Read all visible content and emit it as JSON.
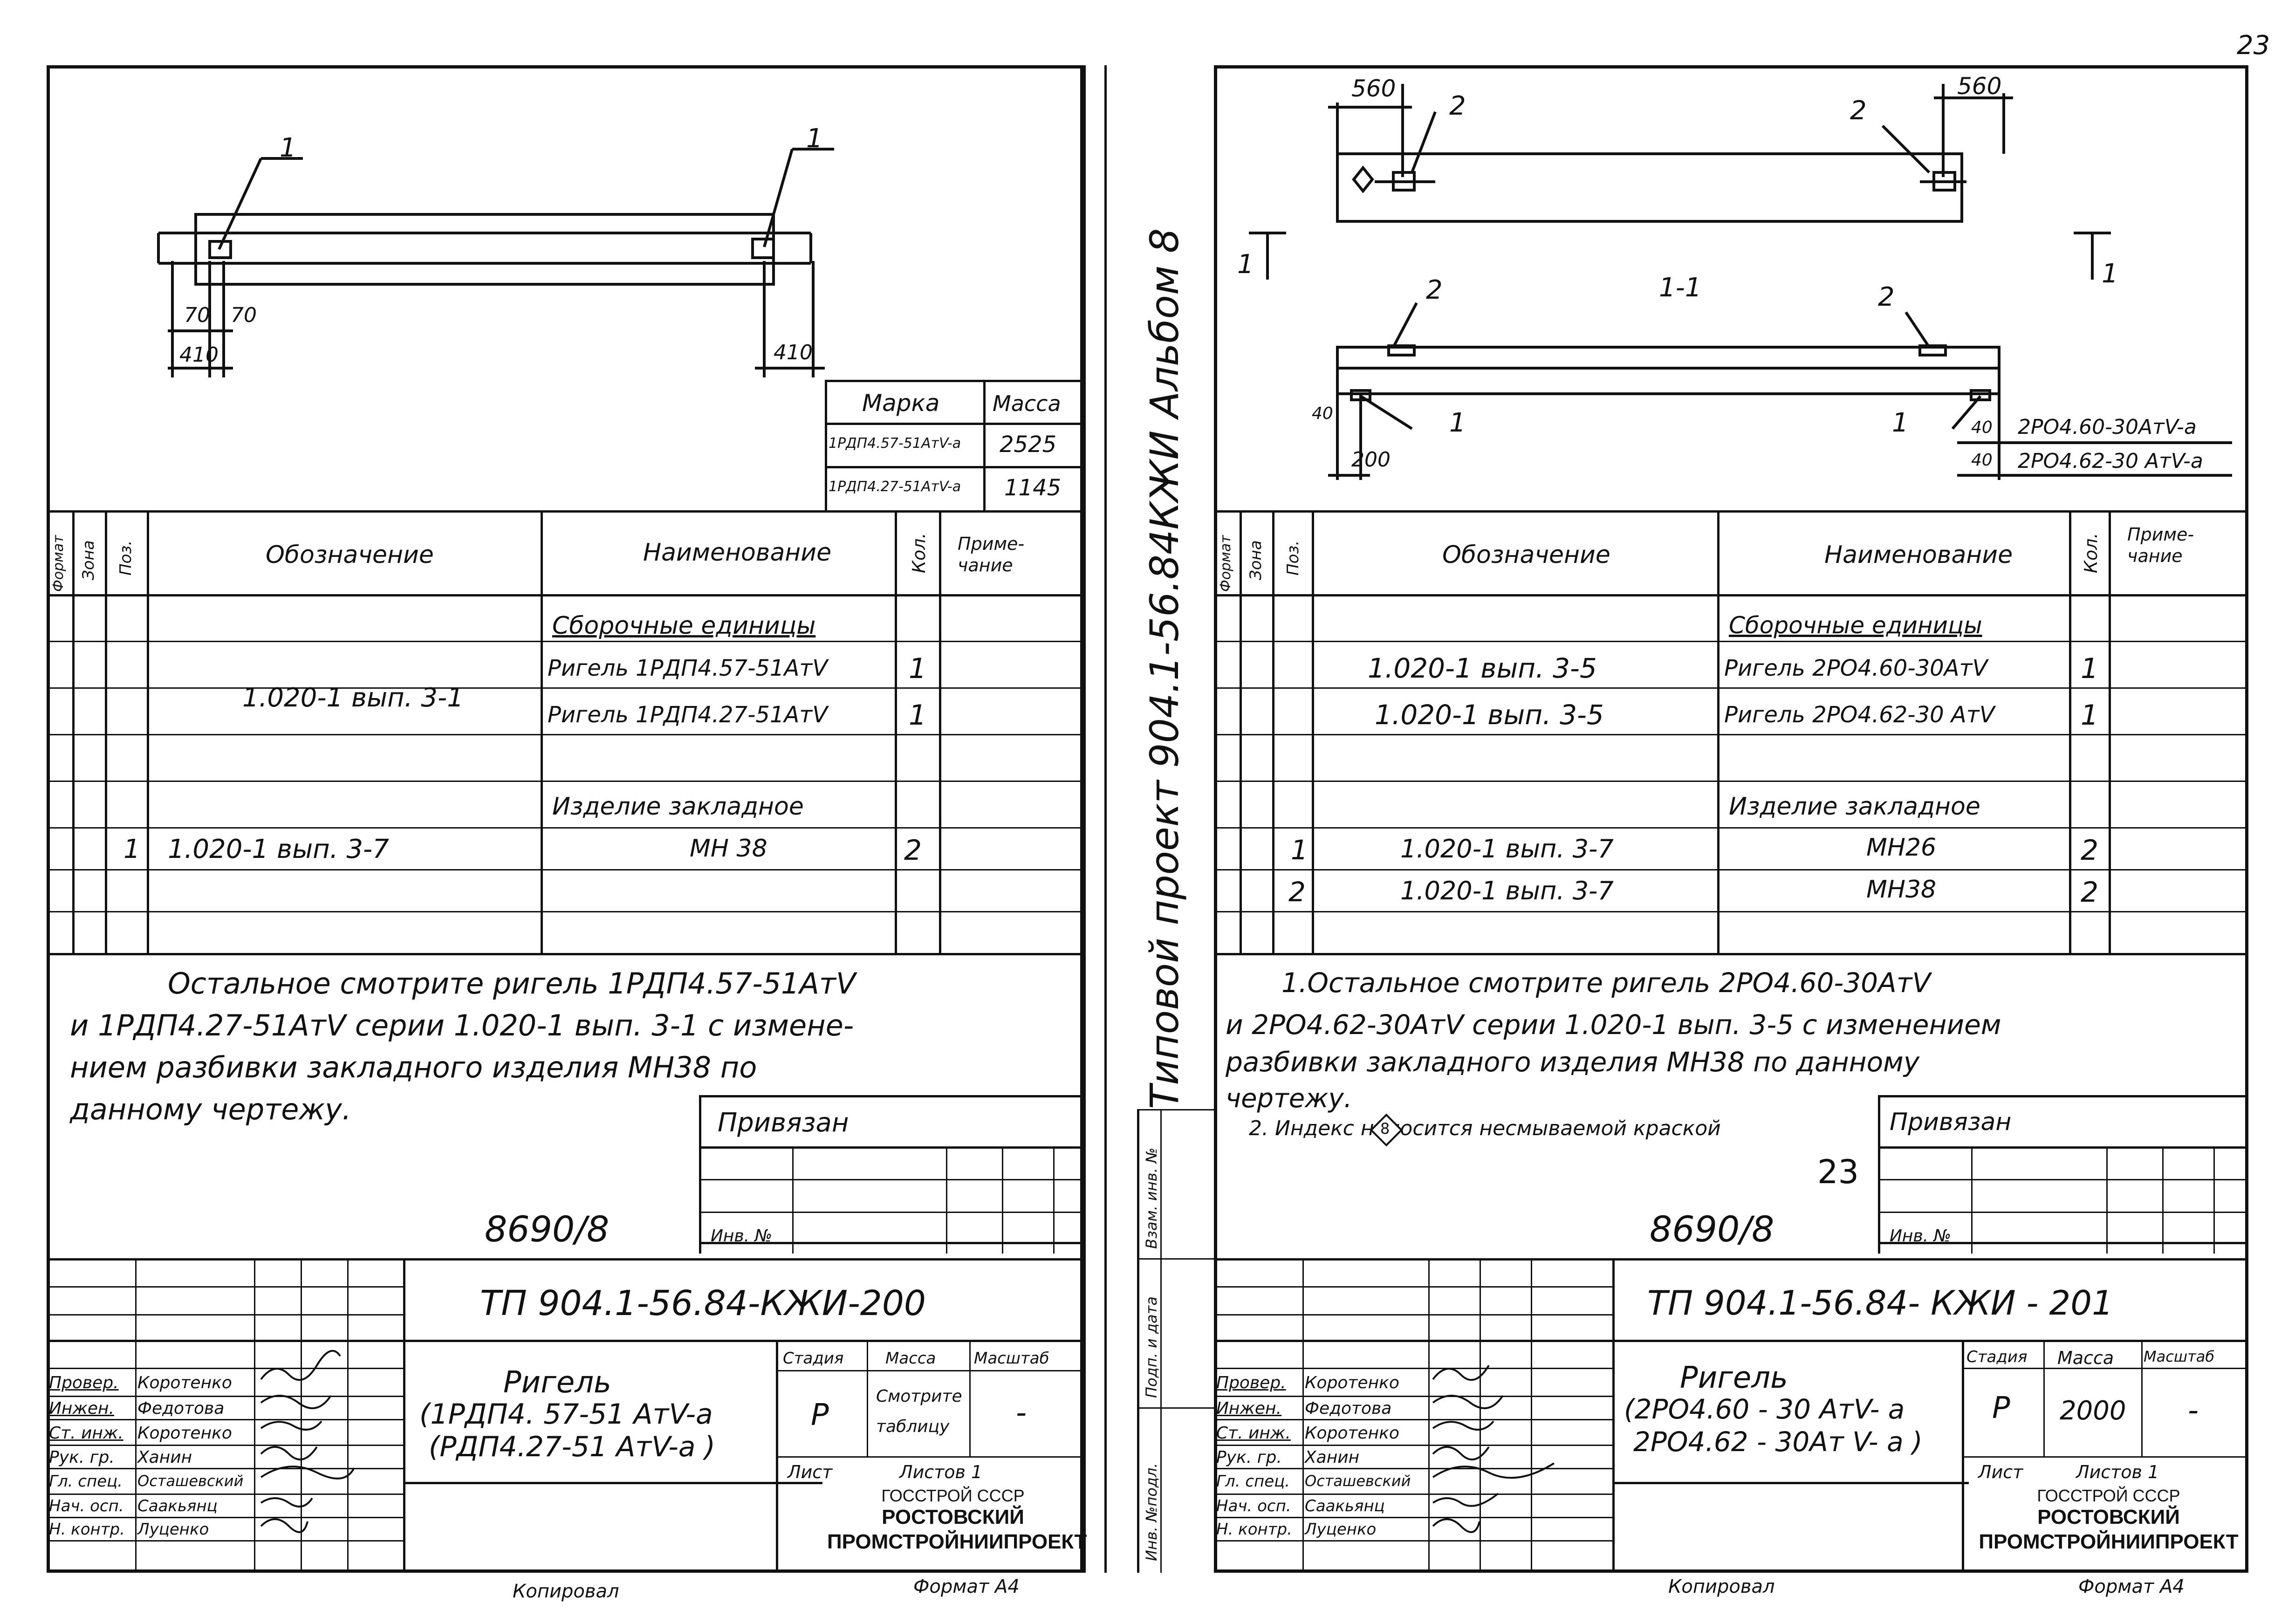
{
  "page_number": "23",
  "side_stamp": {
    "title": "Типовой  проект  904.1-56.84КЖИ  Альбом 8",
    "inv_label": "Инв. №подл.",
    "sign_label": "Подп. и дата",
    "replace_label": "Взам. инв. №"
  },
  "left": {
    "drawing": {
      "pos_label_1": "1",
      "pos_label_2": "1",
      "dim_70a": "70",
      "dim_70b": "70",
      "dim_410a": "410",
      "dim_410b": "410"
    },
    "mass_table": {
      "header_mark": "Марка",
      "header_mass": "Масса",
      "rows": [
        {
          "mark": "1РДП4.57-51АтV-а",
          "mass": "2525"
        },
        {
          "mark": "1РДП4.27-51АтV-а",
          "mass": "1145"
        }
      ]
    },
    "spec": {
      "col_format": "Формат",
      "col_zone": "Зона",
      "col_pos": "Поз.",
      "col_designation": "Обозначение",
      "col_name": "Наименование",
      "col_qty": "Кол.",
      "col_note": "Приме-чание",
      "section_assembly": "Сборочные единицы",
      "row1_designation": "1.020-1 вып. 3-1",
      "row1_name": "Ригель 1РДП4.57-51АтV",
      "row1_qty": "1",
      "row2_name": "Ригель 1РДП4.27-51АтV",
      "row2_qty": "1",
      "section_embedded": "Изделие закладное",
      "row3_pos": "1",
      "row3_designation": "1.020-1     вып. 3-7",
      "row3_name": "МН 38",
      "row3_qty": "2"
    },
    "notes": {
      "line1": "Остальное     смотрите    ригель   1РДП4.57-51АтV",
      "line2": "и 1РДП4.27-51АтV  серии  1.020-1  вып. 3-1  с измене-",
      "line3": "нием  разбивки   закладного   изделия  МН38   по",
      "line4": "данному    чертежу."
    },
    "bound_label": "Привязан",
    "inv_no_label": "Инв. №",
    "archive_no": "8690/8",
    "doc_code": "ТП 904.1-56.84-КЖИ-200",
    "title": {
      "line1": "Ригель",
      "line2": "(1РДП4. 57-51 АтV-а",
      "line3": "(РДП4.27-51 АтV-а )"
    },
    "stage_label": "Стадия",
    "mass_label": "Масса",
    "scale_label": "Масштаб",
    "stage_value": "Р",
    "mass_value": "Смотрите таблицу",
    "scale_value": "-",
    "sheet_label": "Лист",
    "sheets_label": "Листов 1",
    "org_line1": "ГОССТРОЙ СССР",
    "org_line2": "РОСТОВСКИЙ",
    "org_line3": "ПРОМСТРОЙНИИПРОЕКТ",
    "roles": [
      {
        "role": "Провер.",
        "name": "Коротенко"
      },
      {
        "role": "Инжен.",
        "name": "Федотова"
      },
      {
        "role": "Ст. инж.",
        "name": "Коротенко"
      },
      {
        "role": "Рук. гр.",
        "name": "Ханин"
      },
      {
        "role": "Гл. спец.",
        "name": "Осташевский"
      },
      {
        "role": "Нач. осп.",
        "name": "Саакьянц"
      },
      {
        "role": "Н. контр.",
        "name": "Луценко"
      }
    ],
    "copied": "Копировал",
    "format": "Формат А4"
  },
  "right": {
    "drawing": {
      "dim_560a": "560",
      "dim_560b": "560",
      "pos2_top_a": "2",
      "pos2_top_b": "2",
      "section_mark": "1-1",
      "section_left": "1",
      "section_right": "1",
      "pos2_mid_a": "2",
      "pos2_mid_b": "2",
      "pos1_a": "1",
      "pos1_b": "1",
      "dim_40a": "40",
      "dim_200": "200",
      "dim_40b": "40",
      "dim_40c": "40",
      "mark_a": "2РО4.60-30АтV-а",
      "mark_b": "2РО4.62-30 АтV-а"
    },
    "spec": {
      "col_format": "Формат",
      "col_zone": "Зона",
      "col_pos": "Поз.",
      "col_designation": "Обозначение",
      "col_name": "Наименование",
      "col_qty": "Кол.",
      "col_note": "Приме-чание",
      "section_assembly": "Сборочные единицы",
      "row1_designation": "1.020-1  вып. 3-5",
      "row1_name": "Ригель 2РО4.60-30АтV",
      "row1_qty": "1",
      "row2_designation": "1.020-1   вып. 3-5",
      "row2_name": "Ригель 2РО4.62-30 АтV",
      "row2_qty": "1",
      "section_embedded": "Изделие закладное",
      "row3_pos": "1",
      "row3_designation": "1.020-1 вып. 3-7",
      "row3_name": "МН26",
      "row3_qty": "2",
      "row4_pos": "2",
      "row4_designation": "1.020-1  вып. 3-7",
      "row4_name": "МН38",
      "row4_qty": "2"
    },
    "notes": {
      "line1": "1.Остальное    смотрите    ригель    2РО4.60-30АтV",
      "line2": "и 2РО4.62-30АтV  серии  1.020-1  вып. 3-5  с изменением",
      "line3": "разбивки   закладного   изделия   МН38  по  данному",
      "line4": "чертежу.",
      "line5": "2. Индекс   наносится несмываемой краской"
    },
    "index_mark": "8",
    "bound_label": "Привязан",
    "handwritten_23": "23",
    "inv_no_label": "Инв. №",
    "archive_no": "8690/8",
    "doc_code": "ТП 904.1-56.84- КЖИ - 201",
    "title": {
      "line1": "Ригель",
      "line2": "(2РО4.60 - 30 АтV- а",
      "line3": "2РО4.62 - 30Ат V- а )"
    },
    "stage_label": "Стадия",
    "mass_label": "Масса",
    "scale_label": "Масштаб",
    "stage_value": "Р",
    "mass_value": "2000",
    "scale_value": "-",
    "sheet_label": "Лист",
    "sheets_label": "Листов 1",
    "org_line1": "ГОССТРОЙ СССР",
    "org_line2": "РОСТОВСКИЙ",
    "org_line3": "ПРОМСТРОЙНИИПРОЕКТ",
    "roles": [
      {
        "role": "Провер.",
        "name": "Коротенко"
      },
      {
        "role": "Инжен.",
        "name": "Федотова"
      },
      {
        "role": "Ст. инж.",
        "name": "Коротенко"
      },
      {
        "role": "Рук. гр.",
        "name": "Ханин"
      },
      {
        "role": "Гл. спец.",
        "name": "Осташевский"
      },
      {
        "role": "Нач. осп.",
        "name": "Саакьянц"
      },
      {
        "role": "Н. контр.",
        "name": "Луценко"
      }
    ],
    "copied": "Копировал",
    "format": "Формат А4"
  }
}
